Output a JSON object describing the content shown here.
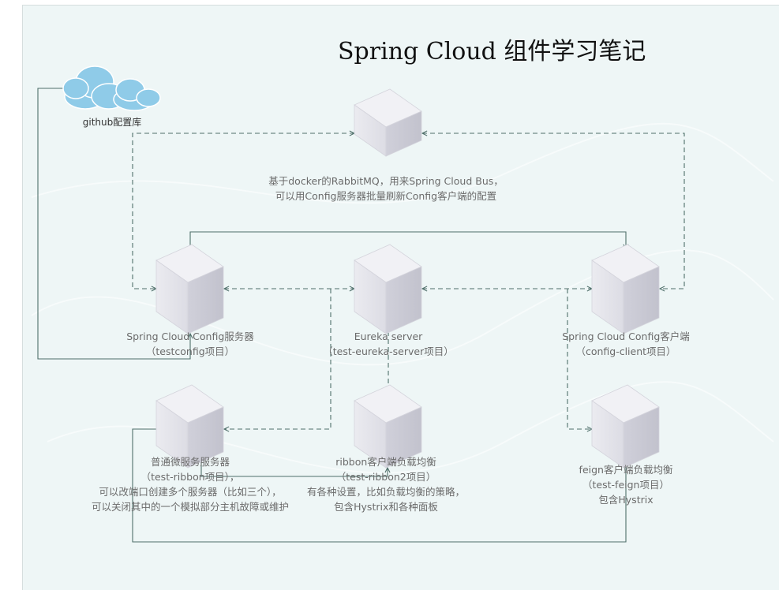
{
  "title": "Spring Cloud 组件学习笔记",
  "cloud": {
    "label": "github配置库",
    "icon": "cloud-icon"
  },
  "nodes": {
    "rabbitmq": {
      "lines": [
        "基于docker的RabbitMQ，用来Spring Cloud Bus，",
        "可以用Config服务器批量刷新Config客户端的配置"
      ]
    },
    "config_server": {
      "lines": [
        "Spring Cloud Config服务器",
        "（testconfig项目）"
      ]
    },
    "eureka": {
      "lines": [
        "Eureka server",
        "（test-eureka-server项目）"
      ]
    },
    "config_client": {
      "lines": [
        "Spring Cloud Config客户端",
        "（config-client项目）"
      ]
    },
    "ribbon_service": {
      "lines": [
        "普通微服务服务器",
        "（test-ribbon项目），",
        "可以改端口创建多个服务器（比如三个），",
        "可以关闭其中的一个模拟部分主机故障或维护"
      ]
    },
    "ribbon_client": {
      "lines": [
        "ribbon客户端负载均衡",
        "（test-ribbon2项目）",
        "有各种设置，比如负载均衡的策略，",
        "包含Hystrix和各种面板"
      ]
    },
    "feign_client": {
      "lines": [
        "feign客户端负载均衡",
        "（test-feign项目）",
        "包含Hystrix"
      ]
    }
  },
  "colors": {
    "background": "#eef6f6",
    "connector": "#4f6f6a",
    "server_face": "#e6e6ec",
    "server_side": "#c9c9d3",
    "server_top": "#f1f1f5",
    "cloud": "#8fcbe8"
  }
}
